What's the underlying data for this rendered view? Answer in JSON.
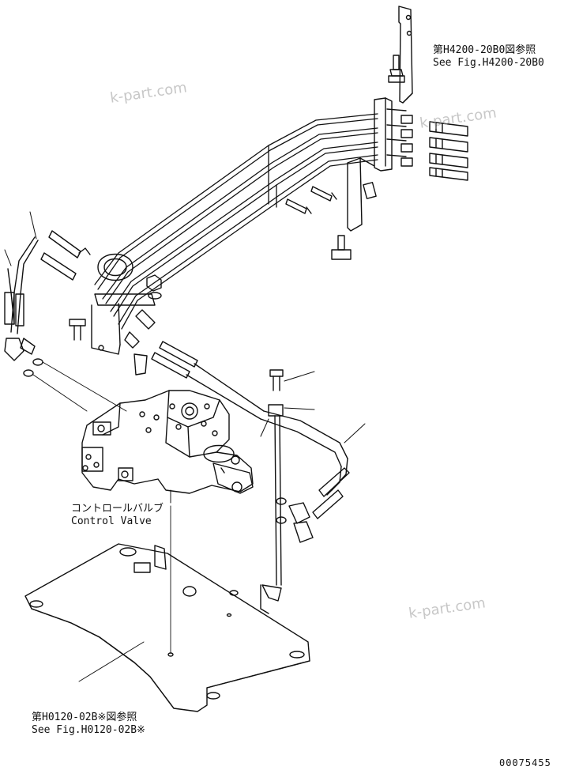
{
  "callouts": {
    "top_ref_jp": "第H4200-20B0図参照",
    "top_ref_en": "See Fig.H4200-20B0",
    "valve_jp": "コントロールバルブ",
    "valve_en": "Control Valve",
    "bottom_ref_jp": "第H0120-02B※図参照",
    "bottom_ref_en": "See Fig.H0120-02B※"
  },
  "watermarks": [
    "k-part.com",
    "k-part.com",
    "k-part.com"
  ],
  "drawing_code": "00075455"
}
